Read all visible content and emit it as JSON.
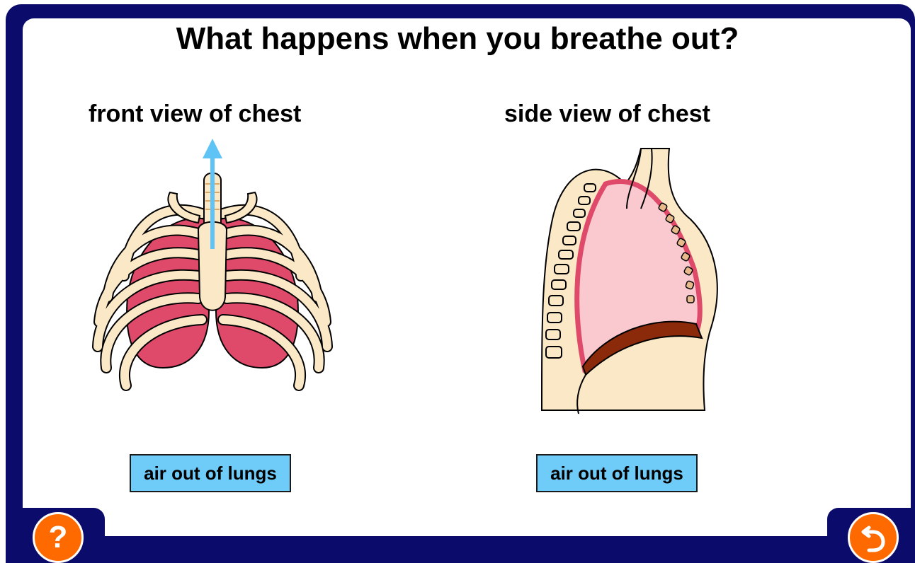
{
  "title": "What happens when you breathe out?",
  "front_view": {
    "label": "front view of chest",
    "button_label": "air out of lungs"
  },
  "side_view": {
    "label": "side view of chest",
    "button_label": "air out of lungs"
  },
  "controls": {
    "help_label": "?",
    "help_icon": "question-mark-icon",
    "back_icon": "return-arrow-icon"
  },
  "colors": {
    "frame": "#0b0b6b",
    "button_fill": "#6fcbf7",
    "control_orange": "#ff6a00",
    "arrow_blue": "#5fc3f5",
    "bone": "#fbe8c6",
    "lung": "#e04a6a",
    "diaphragm": "#8b2a0a"
  }
}
